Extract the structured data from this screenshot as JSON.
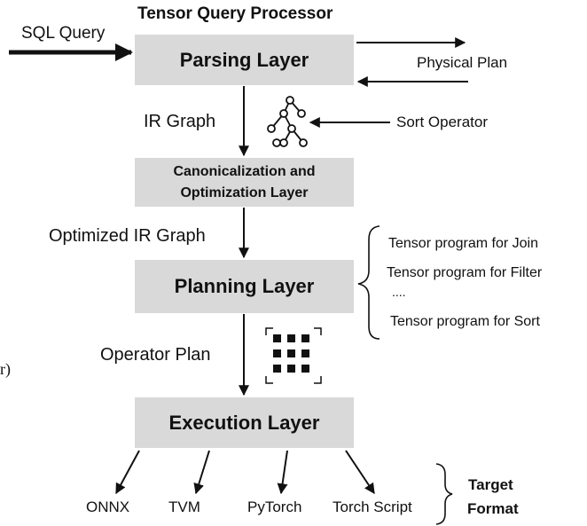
{
  "title": "Tensor Query Processor",
  "input_label": "SQL Query",
  "physical_plan_label": "Physical Plan",
  "layers": {
    "parsing": "Parsing Layer",
    "canonicalization_line1": "Canonicalization and",
    "canonicalization_line2": "Optimization Layer",
    "planning": "Planning Layer",
    "execution": "Execution Layer"
  },
  "edges": {
    "ir_graph": "IR Graph",
    "optimized_ir_graph": "Optimized IR Graph",
    "operator_plan": "Operator Plan"
  },
  "sort_operator_label": "Sort Operator",
  "tensor_programs": [
    "Tensor program for Join",
    "Tensor program for Filter",
    "....",
    "Tensor program for Sort"
  ],
  "targets": [
    "ONNX",
    "TVM",
    "PyTorch",
    "Torch Script"
  ],
  "target_format_line1": "Target",
  "target_format_line2": "Format",
  "margin_fragment": "r)",
  "icons": {
    "tree": "tree-structure-icon",
    "grid": "tensor-grid-icon"
  }
}
